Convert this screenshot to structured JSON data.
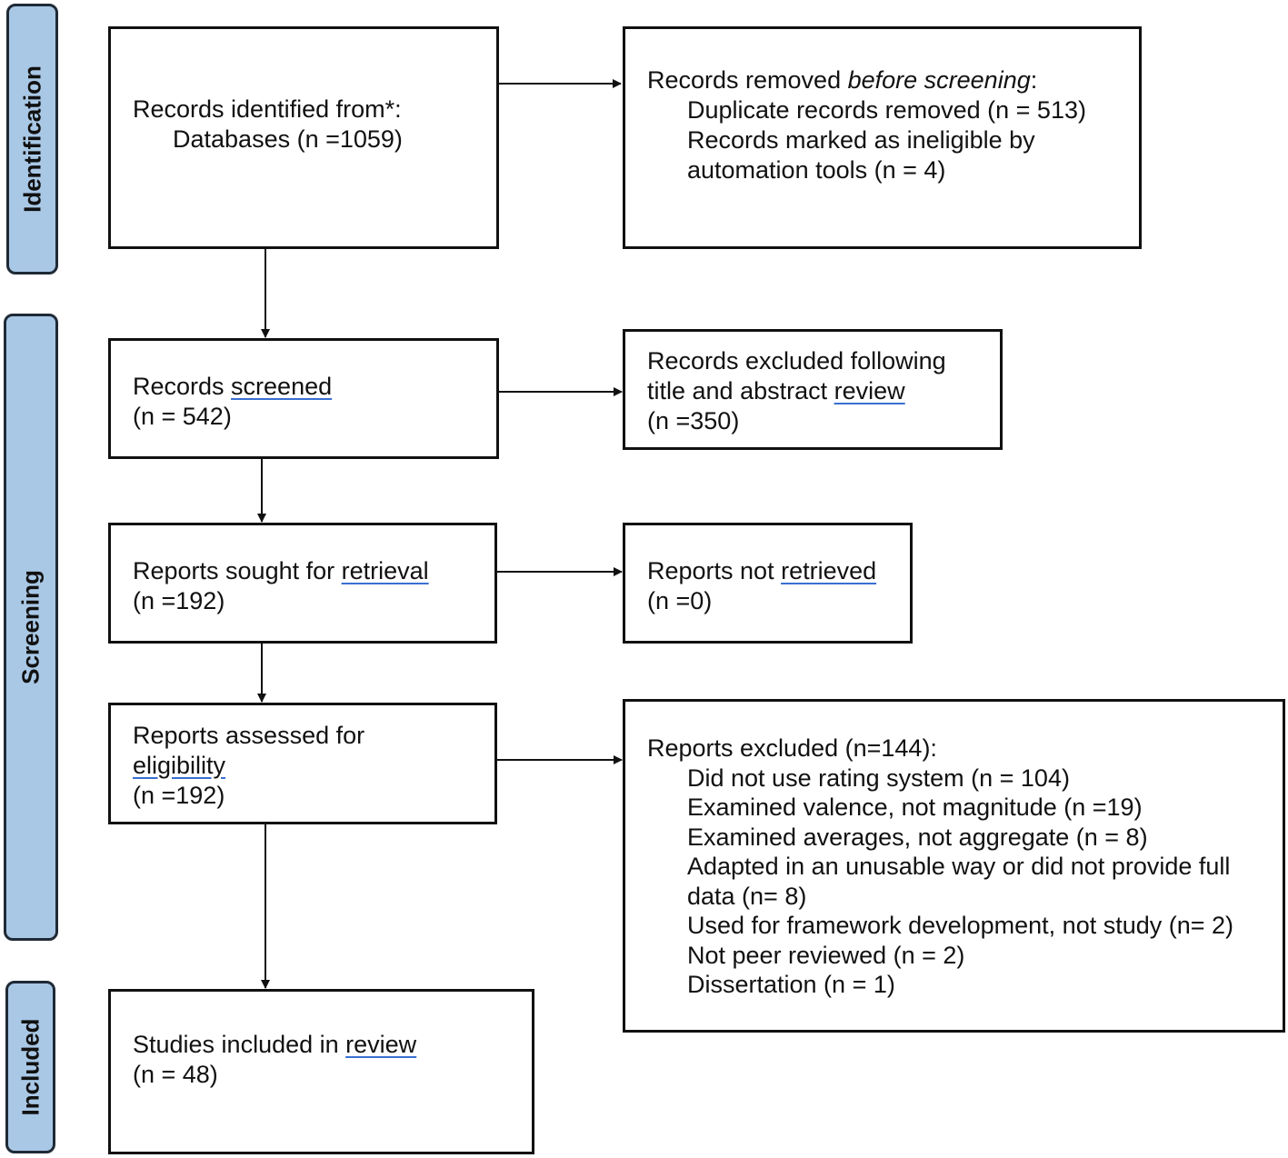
{
  "stages": {
    "identification": "Identification",
    "screening": "Screening",
    "included": "Included"
  },
  "boxes": {
    "identified": {
      "title": "Records identified from*:",
      "detail": "Databases (n =1059)"
    },
    "removed": {
      "title_prefix": "Records removed ",
      "title_italic": "before screening",
      "title_suffix": ":",
      "items": [
        "Duplicate records removed (n = 513)",
        "Records marked as ineligible by",
        "automation tools (n = 4)"
      ]
    },
    "screened": {
      "title_prefix": "Records ",
      "title_underlined": "screened",
      "count": "(n = 542)"
    },
    "excluded_title_abstract": {
      "line1": "Records excluded following",
      "line2_prefix": "title and abstract ",
      "line2_underlined": "review",
      "count": "(n =350)"
    },
    "sought": {
      "title_prefix": "Reports sought for ",
      "title_underlined": "retrieval",
      "count": "(n =192)"
    },
    "not_retrieved": {
      "title_prefix": "Reports not ",
      "title_underlined": "retrieved",
      "count": "(n =0)"
    },
    "assessed": {
      "line1": "Reports assessed for",
      "line2_underlined": "eligibility",
      "count": "(n =192)"
    },
    "reports_excluded": {
      "title": "Reports excluded (n=144):",
      "items": [
        "Did not use rating system (n = 104)",
        "Examined valence, not magnitude (n =19)",
        "Examined averages, not aggregate (n = 8)",
        "Adapted in an unusable way or did not provide full",
        "data (n= 8)",
        "Used for framework development, not study (n= 2)",
        "Not peer reviewed (n = 2)",
        "Dissertation (n = 1)"
      ]
    },
    "included": {
      "title_prefix": "Studies included in ",
      "title_underlined": "review",
      "count": "(n = 48)"
    }
  }
}
